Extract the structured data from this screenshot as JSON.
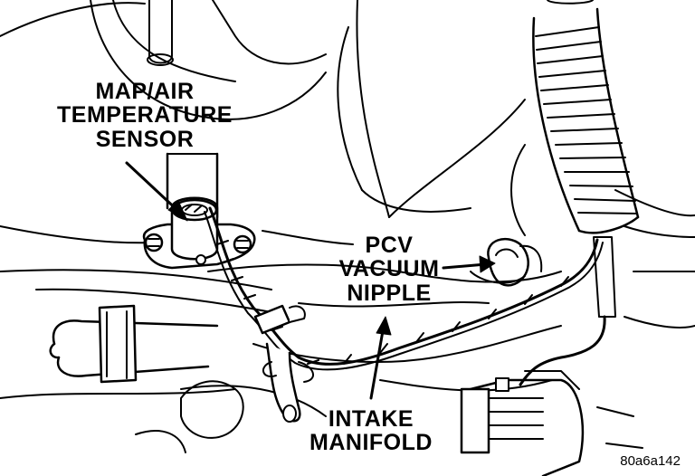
{
  "labels": {
    "map_sensor": [
      "MAP/AIR",
      "TEMPERATURE",
      "SENSOR"
    ],
    "pcv_nipple": [
      "PCV",
      "VACUUM",
      "NIPPLE"
    ],
    "intake_manifold": [
      "INTAKE",
      "MANIFOLD"
    ]
  },
  "figure_id": "80a6a142",
  "colors": {
    "ink": "#000000",
    "paper": "#ffffff"
  }
}
